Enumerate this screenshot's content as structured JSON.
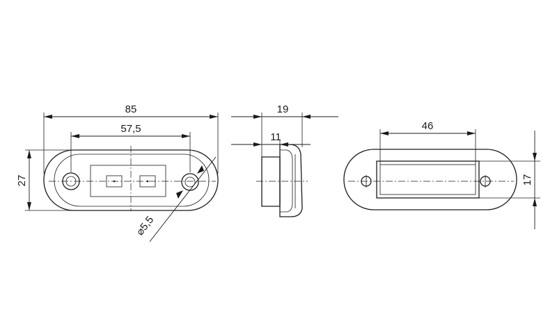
{
  "dimensions": {
    "overall_length": "85",
    "hole_spacing": "57,5",
    "height": "27",
    "hole_diameter": "⌀5,5",
    "total_depth": "19",
    "flange_depth": "11",
    "lens_width": "46",
    "lens_height": "17"
  }
}
